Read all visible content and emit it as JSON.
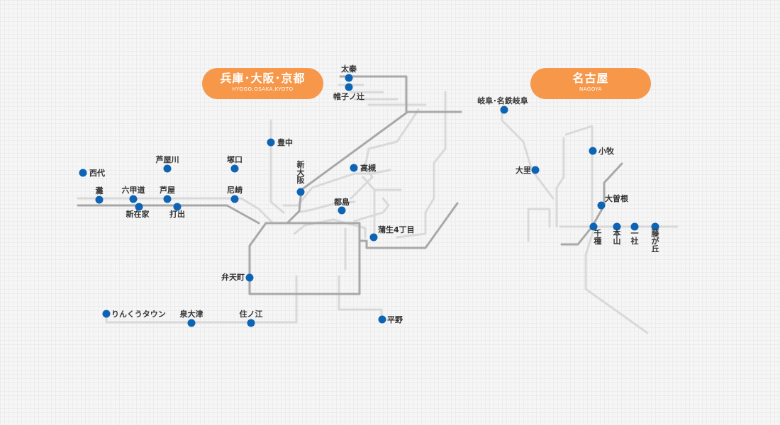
{
  "regions": {
    "kansai": {
      "title": "兵庫･大阪･京都",
      "subtitle": "HYOGO,OSAKA,KYOTO"
    },
    "nagoya": {
      "title": "名古屋",
      "subtitle": "NAGOYA"
    }
  },
  "colors": {
    "badge": "#f6974a",
    "station": "#0e64b4",
    "line_light": "#d9d9d9",
    "line_dark": "#a8a8a8"
  },
  "stations": [
    {
      "id": "uzumasa",
      "label": "太秦"
    },
    {
      "id": "kataginotsuji",
      "label": "帷子ノ辻"
    },
    {
      "id": "toyonaka",
      "label": "豊中"
    },
    {
      "id": "nishidai",
      "label": "西代"
    },
    {
      "id": "ashiyagawa",
      "label": "芦屋川"
    },
    {
      "id": "tsukaguchi",
      "label": "塚口"
    },
    {
      "id": "takatsuki",
      "label": "高槻"
    },
    {
      "id": "shinosaka",
      "label": "新大阪"
    },
    {
      "id": "nada",
      "label": "灘"
    },
    {
      "id": "rokkomichi",
      "label": "六甲道"
    },
    {
      "id": "ashiya",
      "label": "芦屋"
    },
    {
      "id": "amagasaki",
      "label": "尼崎"
    },
    {
      "id": "shinzaike",
      "label": "新在家"
    },
    {
      "id": "uchide",
      "label": "打出"
    },
    {
      "id": "miyakojima",
      "label": "都島"
    },
    {
      "id": "gamo4",
      "label": "蒲生4丁目"
    },
    {
      "id": "bentencho",
      "label": "弁天町"
    },
    {
      "id": "rinku",
      "label": "りんくうタウン"
    },
    {
      "id": "izumiotsu",
      "label": "泉大津"
    },
    {
      "id": "suminoe",
      "label": "住ノ江"
    },
    {
      "id": "hirano",
      "label": "平野"
    },
    {
      "id": "gifu",
      "label": "岐阜･名鉄岐阜"
    },
    {
      "id": "komaki",
      "label": "小牧"
    },
    {
      "id": "ozone",
      "label": "大曽根"
    },
    {
      "id": "ozato",
      "label": "大里"
    },
    {
      "id": "chikusa",
      "label": "千種"
    },
    {
      "id": "motoyama",
      "label": "本山"
    },
    {
      "id": "issha",
      "label": "一社"
    },
    {
      "id": "fujigaoka",
      "label": "藤が丘"
    }
  ]
}
